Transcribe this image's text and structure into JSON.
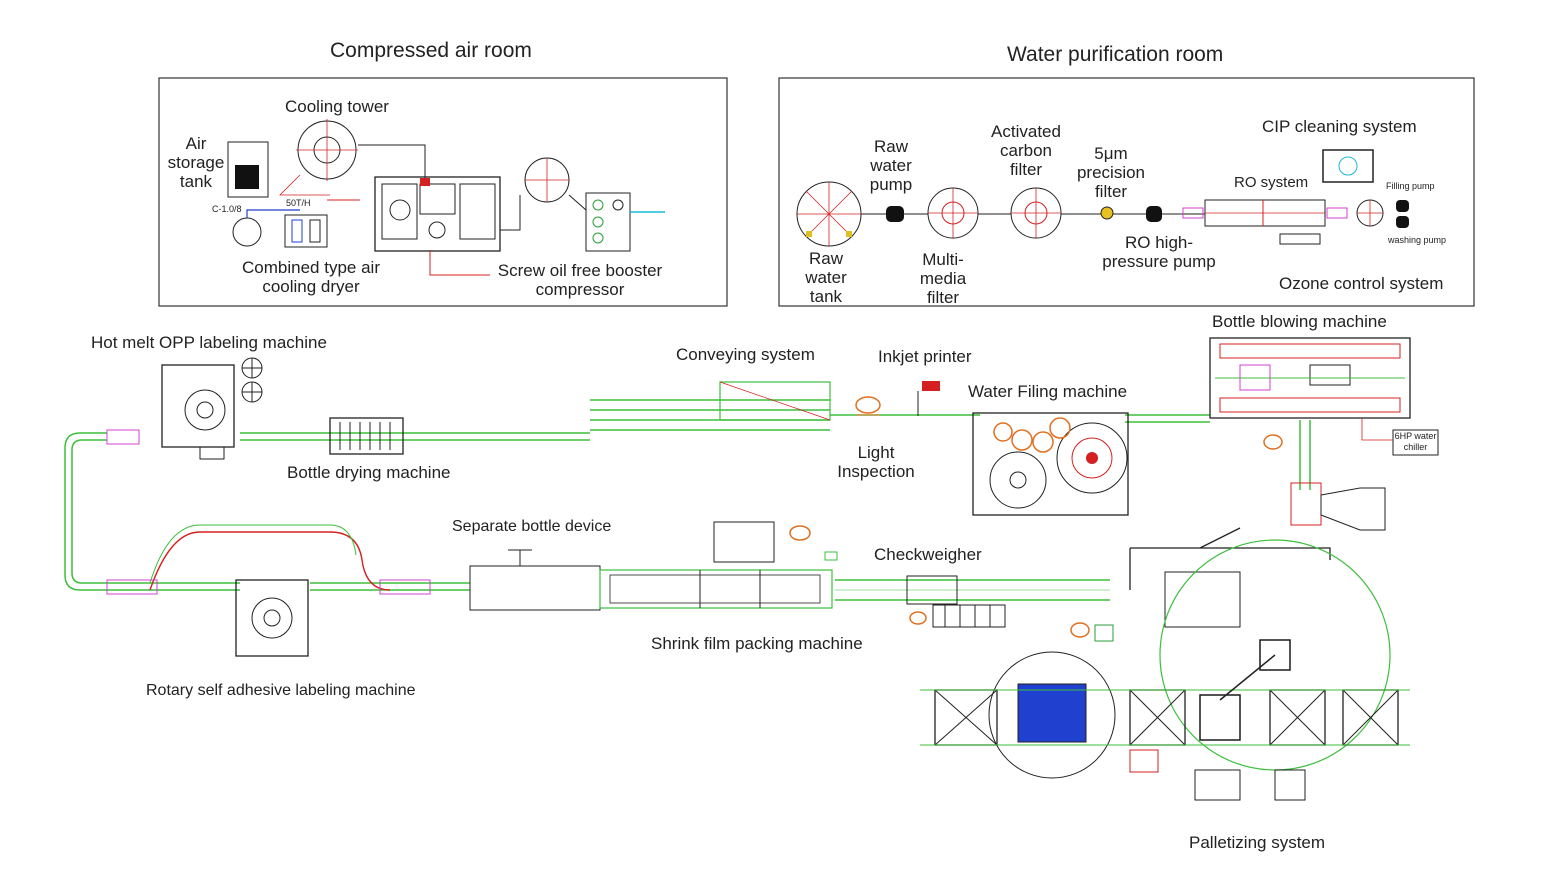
{
  "rooms": {
    "air_title": "Compressed air room",
    "water_title": "Water purification room"
  },
  "air_room": {
    "air_storage_tank": "Air storage tank",
    "tank_code": "C-1.0/8",
    "cooling_tower": "Cooling tower",
    "cooling_capacity": "50T/H",
    "dryer": "Combined type air cooling dryer",
    "compressor": "Screw oil free booster compressor"
  },
  "water_room": {
    "raw_water_tank": "Raw water tank",
    "raw_water_pump": "Raw water pump",
    "multimedia_filter": "Multi-media filter",
    "carbon_filter": "Activated carbon filter",
    "precision_filter": "5μm precision filter",
    "ro_pump": "RO high-pressure pump",
    "ro_system": "RO system",
    "cip": "CIP cleaning system",
    "filling_pump": "Filling pump",
    "washing_pump": "washing pump",
    "ozone": "Ozone control system"
  },
  "line": {
    "hot_melt": "Hot melt OPP labeling machine",
    "bottle_drying": "Bottle drying machine",
    "conveying": "Conveying system",
    "inkjet": "Inkjet printer",
    "light_inspection": "Light Inspection",
    "water_filling": "Water Filing machine",
    "bottle_blowing": "Bottle blowing machine",
    "chiller": "6HP water chiller",
    "separate_bottle": "Separate bottle device",
    "rotary_labeling": "Rotary self adhesive labeling machine",
    "shrink_film": "Shrink film packing machine",
    "checkweigher": "Checkweigher",
    "palletizing": "Palletizing system"
  },
  "colors": {
    "conveyor": "#3cbf3c",
    "outline": "#1a1a1a",
    "accent_red": "#d42020",
    "cyan": "#19b8d8",
    "magenta": "#d040d0",
    "blue": "#2040d0"
  }
}
